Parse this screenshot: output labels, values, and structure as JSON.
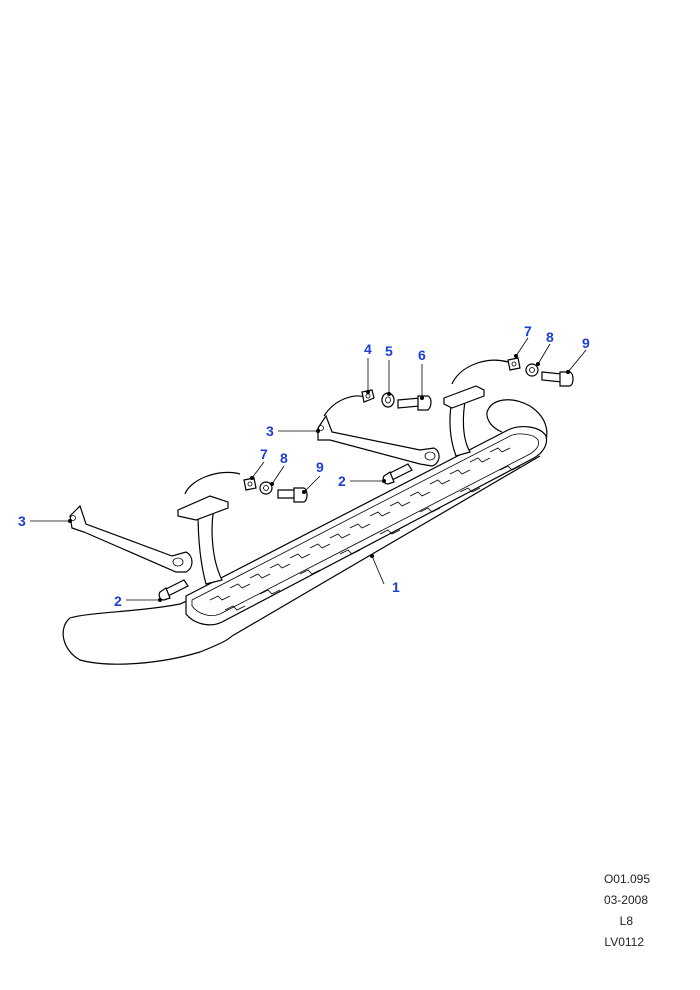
{
  "callouts": {
    "c1": "1",
    "c2a": "2",
    "c2b": "2",
    "c3a": "3",
    "c3b": "3",
    "c4": "4",
    "c5": "5",
    "c6": "6",
    "c7a": "7",
    "c7b": "7",
    "c8a": "8",
    "c8b": "8",
    "c9a": "9",
    "c9b": "9"
  },
  "reference": {
    "code": "O01.095",
    "date": "03-2008",
    "section": "L8",
    "illustration": "LV0112"
  }
}
